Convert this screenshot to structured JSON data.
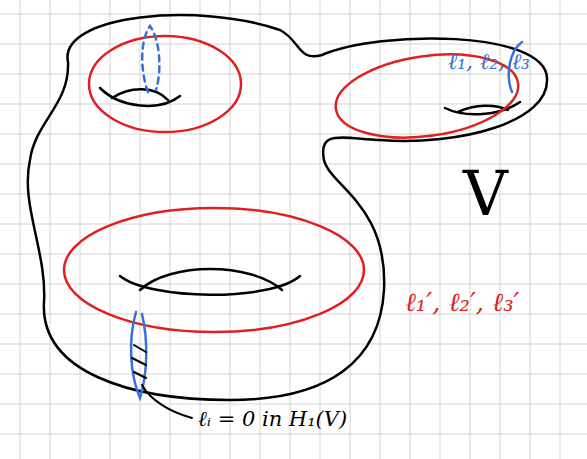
{
  "diagram": {
    "labels": [
      "ℓ₁, ℓ₂, ℓ₃",
      "V",
      "ℓ₁′, ℓ₂′, ℓ₃′",
      "ℓᵢ = 0 in H₁(V)"
    ]
  }
}
